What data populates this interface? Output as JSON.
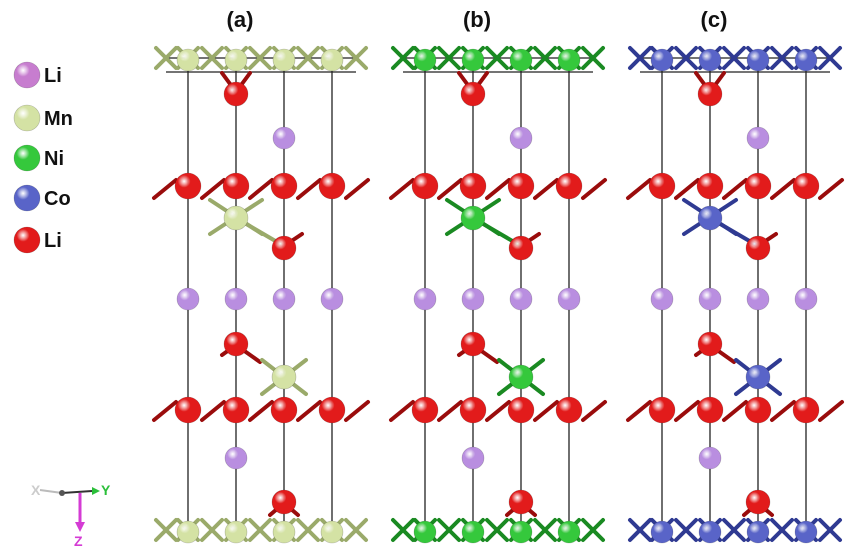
{
  "legend": [
    {
      "label": "Li",
      "color": "#c77dcf"
    },
    {
      "label": "Mn",
      "color": "#d4e2a4"
    },
    {
      "label": "Ni",
      "color": "#35c83c"
    },
    {
      "label": "Co",
      "color": "#5964c8"
    },
    {
      "label": "Li",
      "color": "#e21b1b"
    }
  ],
  "panels": [
    {
      "label": "(a)",
      "tm_color": "#d4e2a4",
      "tm_dark": "#9aaa6a"
    },
    {
      "label": "(b)",
      "tm_color": "#35c83c",
      "tm_dark": "#1a8a22"
    },
    {
      "label": "(c)",
      "tm_color": "#5964c8",
      "tm_dark": "#2f3a92"
    }
  ],
  "colors": {
    "li_atom": "#b98ee0",
    "o_atom": "#e21b1b",
    "o_dark": "#9a0c0c",
    "cell_line": "#222222"
  },
  "axes": {
    "x": "X",
    "y": "Y",
    "z": "Z",
    "x_color": "#bbbbbb",
    "y_color": "#2bbf3a",
    "z_color": "#d43bd4"
  }
}
